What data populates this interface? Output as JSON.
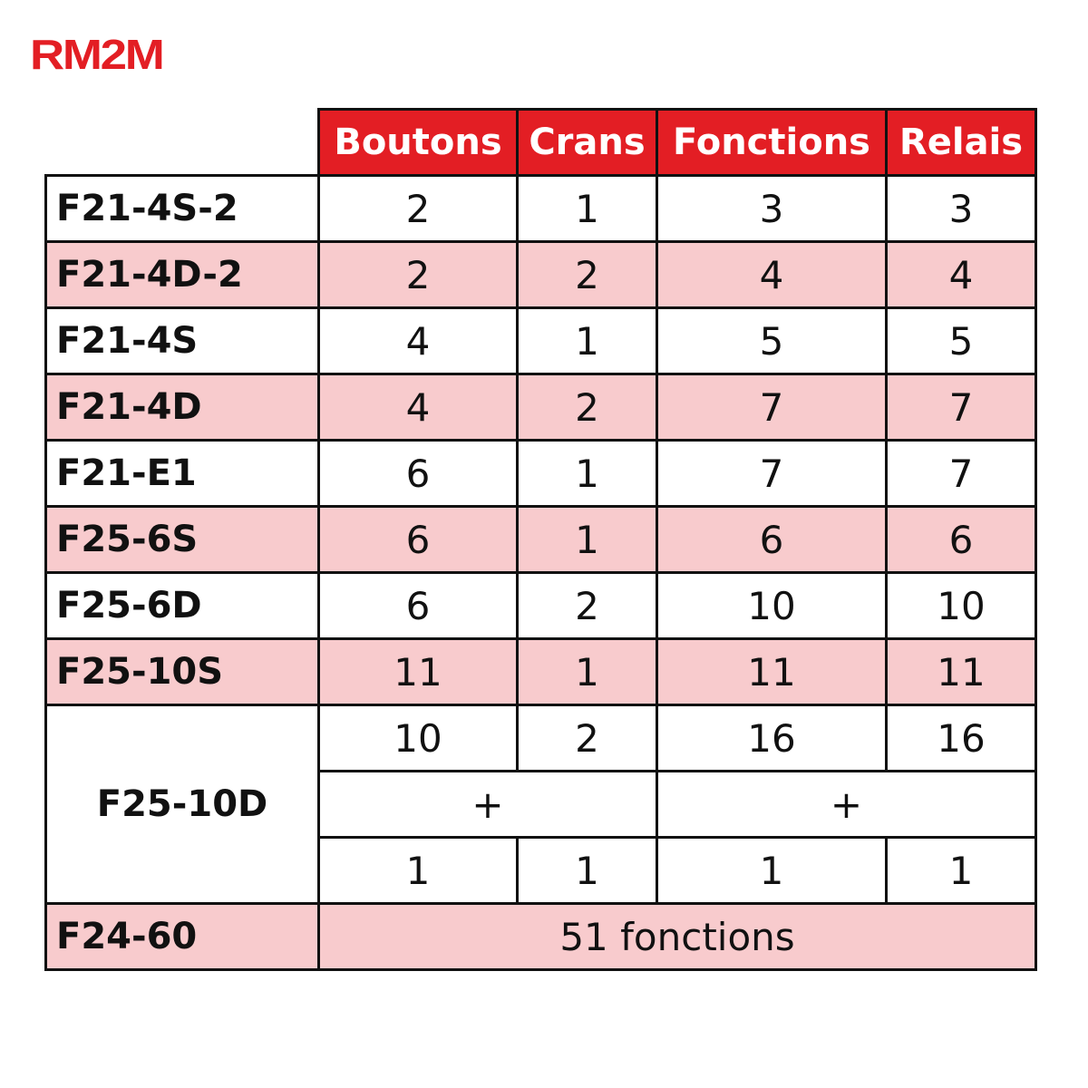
{
  "logo": "RM2M",
  "colors": {
    "accent": "#e31e24",
    "stripe": "#f8cbcd"
  },
  "headers": [
    "Boutons",
    "Crans",
    "Fonctions",
    "Relais"
  ],
  "rows": [
    {
      "model": "F21-4S-2",
      "values": [
        "2",
        "1",
        "3",
        "3"
      ]
    },
    {
      "model": "F21-4D-2",
      "values": [
        "2",
        "2",
        "4",
        "4"
      ]
    },
    {
      "model": "F21-4S",
      "values": [
        "4",
        "1",
        "5",
        "5"
      ]
    },
    {
      "model": "F21-4D",
      "values": [
        "4",
        "2",
        "7",
        "7"
      ]
    },
    {
      "model": "F21-E1",
      "values": [
        "6",
        "1",
        "7",
        "7"
      ]
    },
    {
      "model": "F25-6S",
      "values": [
        "6",
        "1",
        "6",
        "6"
      ]
    },
    {
      "model": "F25-6D",
      "values": [
        "6",
        "2",
        "10",
        "10"
      ]
    },
    {
      "model": "F25-10S",
      "values": [
        "11",
        "1",
        "11",
        "11"
      ]
    }
  ],
  "f25_10d": {
    "model": "F25-10D",
    "top": [
      "10",
      "2",
      "16",
      "16"
    ],
    "plus": [
      "+",
      "+"
    ],
    "bottom": [
      "1",
      "1",
      "1",
      "1"
    ]
  },
  "f24_60": {
    "model": "F24-60",
    "text": "51 fonctions"
  }
}
